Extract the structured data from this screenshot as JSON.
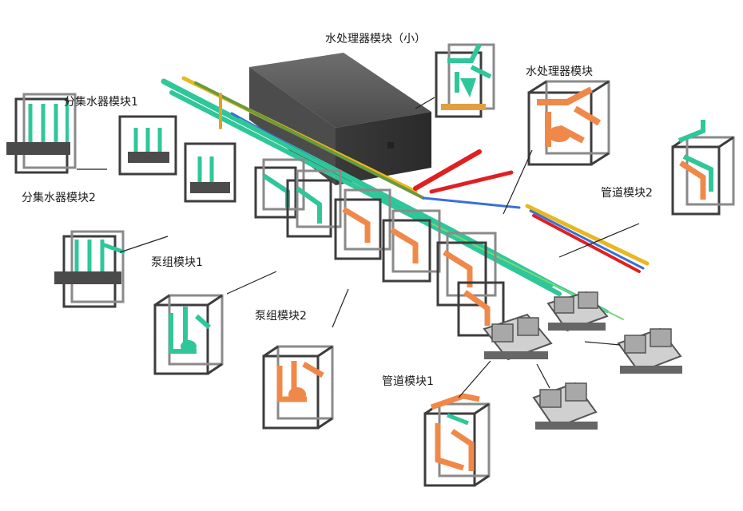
{
  "labels": {
    "water_treatment_small": "水处理器模块（小）",
    "water_treatment": "水处理器模块",
    "manifold_1": "分集水器模块1",
    "manifold_2": "分集水器模块2",
    "pump_1": "泵组模块1",
    "pump_2": "泵组模块2",
    "pipe_1": "管道模块1",
    "pipe_2": "管道模块2"
  },
  "colors": {
    "frame": "#3d3d3d",
    "frame_light": "#9a9a9a",
    "green_pipe": "#2fc79a",
    "orange_pipe": "#f0884a",
    "red_pipe": "#e02020",
    "blue_pipe": "#3a6fd8",
    "yellow_pipe": "#e8b820",
    "tank": "#555555",
    "chiller": "#c8c8c8"
  }
}
